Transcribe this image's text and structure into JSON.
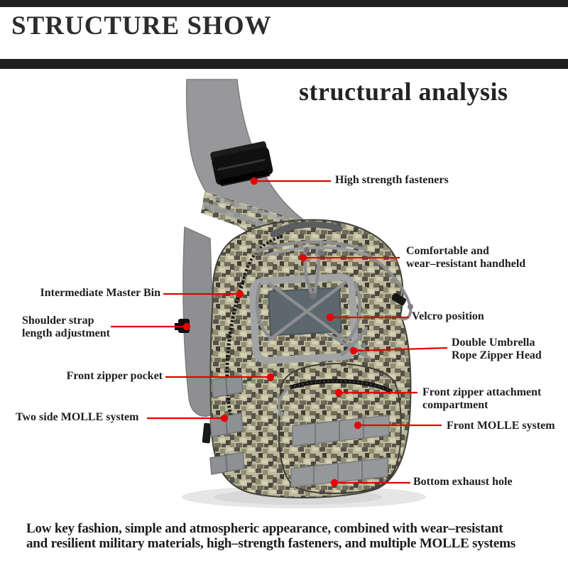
{
  "header": {
    "title": "STRUCTURE SHOW",
    "subtitle": "structural analysis"
  },
  "annotations": [
    {
      "id": "high-strength-fasteners",
      "label": "High strength fasteners"
    },
    {
      "id": "comfortable-handheld",
      "label": "Comfortable and\nwear–resistant handheld"
    },
    {
      "id": "intermediate-master-bin",
      "label": "Intermediate Master Bin"
    },
    {
      "id": "velcro-position",
      "label": "Velcro position"
    },
    {
      "id": "shoulder-strap-adjustment",
      "label": "Shoulder strap\nlength adjustment"
    },
    {
      "id": "double-umbrella-rope-zipper-head",
      "label": "Double Umbrella\nRope Zipper Head"
    },
    {
      "id": "front-zipper-pocket",
      "label": "Front zipper pocket"
    },
    {
      "id": "front-zipper-attachment-compartment",
      "label": "Front zipper attachment\ncompartment"
    },
    {
      "id": "two-side-molle-system",
      "label": "Two side MOLLE system"
    },
    {
      "id": "front-molle-system",
      "label": "Front MOLLE system"
    },
    {
      "id": "bottom-exhaust-hole",
      "label": "Bottom exhaust hole"
    }
  ],
  "footer": {
    "text": "Low key fashion, simple and atmospheric appearance, combined with wear–resistant\nand resilient military materials, high–strength fasteners, and multiple MOLLE systems"
  },
  "colors": {
    "accent_red": "#e90000",
    "bar_black": "#1f1f1f",
    "strap_gray": "#98989b",
    "velcro_gray": "#5d686e"
  }
}
